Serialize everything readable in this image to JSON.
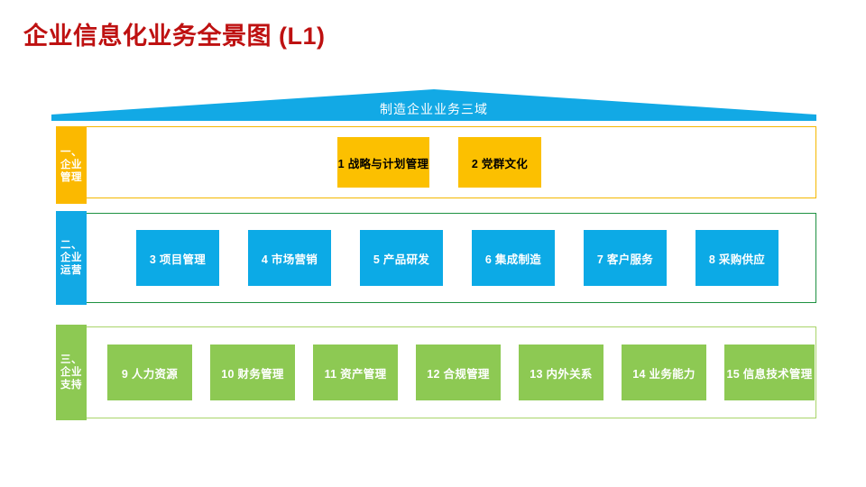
{
  "title": "企业信息化业务全景图 (L1)",
  "colors": {
    "title": "#BE1111",
    "yellow": "#FCC000",
    "yellow_border": "#F5B800",
    "blue": "#0CAAE6",
    "green": "#8DC953",
    "green_border_dark": "#1E9141",
    "green_border_light": "#A9D46A",
    "roof": "#12A9E5",
    "white": "#FFFFFF",
    "black": "#000000"
  },
  "roof": {
    "label": "制造企业业务三域"
  },
  "rows": [
    {
      "id": "row-1",
      "tag": [
        "一、",
        "企业",
        "管理"
      ],
      "tag_text": "一、企业管理",
      "accent": "#FBB900",
      "items": [
        {
          "number": "1",
          "label": "战略与计划管理",
          "text": "1 战略与计划管理"
        },
        {
          "number": "2",
          "label": "党群文化",
          "text": "2 党群文化"
        }
      ]
    },
    {
      "id": "row-2",
      "tag": [
        "二、",
        "企业",
        "运营"
      ],
      "tag_text": "二、企业运营",
      "accent": "#12A9E5",
      "items": [
        {
          "number": "3",
          "label": "项目管理",
          "text": "3 项目管理"
        },
        {
          "number": "4",
          "label": "市场营销",
          "text": "4 市场营销"
        },
        {
          "number": "5",
          "label": "产品研发",
          "text": "5 产品研发"
        },
        {
          "number": "6",
          "label": "集成制造",
          "text": "6 集成制造"
        },
        {
          "number": "7",
          "label": "客户服务",
          "text": "7 客户服务"
        },
        {
          "number": "8",
          "label": "采购供应",
          "text": "8 采购供应"
        }
      ]
    },
    {
      "id": "row-3",
      "tag": [
        "三、",
        "企业",
        "支持"
      ],
      "tag_text": "三、企业支持",
      "accent": "#8DC953",
      "items": [
        {
          "number": "9",
          "label": "人力资源",
          "text": "9 人力资源"
        },
        {
          "number": "10",
          "label": "财务管理",
          "text": "10 财务管理"
        },
        {
          "number": "11",
          "label": "资产管理",
          "text": "11 资产管理"
        },
        {
          "number": "12",
          "label": "合规管理",
          "text": "12 合规管理"
        },
        {
          "number": "13",
          "label": "内外关系",
          "text": "13 内外关系"
        },
        {
          "number": "14",
          "label": "业务能力",
          "text": "14 业务能力"
        },
        {
          "number": "15",
          "label": "信息技术管理",
          "text": "15 信息技术管理"
        }
      ]
    }
  ]
}
